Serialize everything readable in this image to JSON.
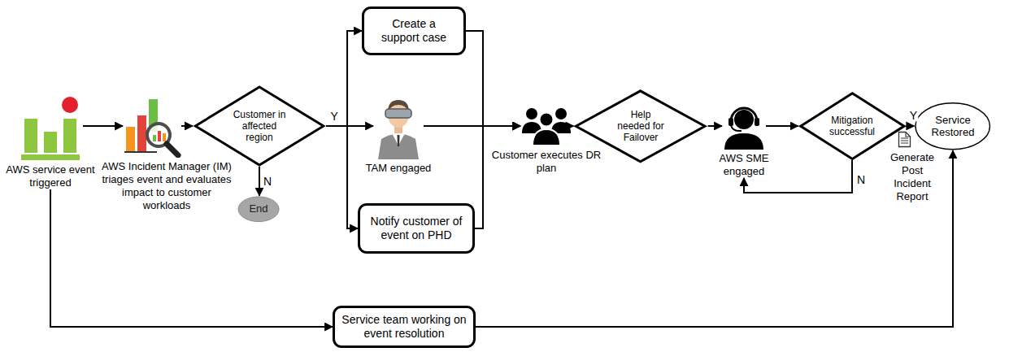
{
  "diagram": {
    "nodes": [
      {
        "text": [
          "AWS service event triggered"
        ]
      },
      {
        "text": [
          "AWS Incident Manager (IM) triages event and evaluates impact to customer workloads"
        ]
      },
      {
        "text": [
          "Customer in affected region"
        ]
      },
      {
        "text": [
          "End"
        ]
      },
      {
        "text": [
          "Create a support case"
        ]
      },
      {
        "text": [
          "TAM engaged"
        ]
      },
      {
        "text": [
          "Notify customer of event on PHD"
        ]
      },
      {
        "text": [
          "Customer executes DR plan"
        ]
      },
      {
        "text": [
          "Help needed for Failover"
        ]
      },
      {
        "text": [
          "AWS SME engaged"
        ]
      },
      {
        "text": [
          "Mitigation successful"
        ]
      },
      {
        "text": [
          "Service Restored"
        ]
      },
      {
        "text": [
          "Service team working on event resolution"
        ]
      }
    ],
    "edges": [
      {
        "from": 0,
        "to": 1,
        "arrow": "to"
      },
      {
        "from": 1,
        "to": 2,
        "arrow": "to"
      },
      {
        "from": 2,
        "to": 4,
        "arrow": "to"
      },
      {
        "from": 2,
        "to": 5,
        "label": "Y",
        "arrow": "to"
      },
      {
        "from": 2,
        "to": 6,
        "arrow": "to"
      },
      {
        "from": 2,
        "to": 3,
        "label": "N",
        "arrow": "to"
      },
      {
        "from": 4,
        "to": 7,
        "arrow": "to"
      },
      {
        "from": 5,
        "to": 7,
        "arrow": "to"
      },
      {
        "from": 6,
        "to": 7,
        "arrow": "to"
      },
      {
        "from": 7,
        "to": 8,
        "arrow": "to"
      },
      {
        "from": 8,
        "to": 9,
        "arrow": "to"
      },
      {
        "from": 9,
        "to": 10,
        "arrow": "to"
      },
      {
        "from": 10,
        "to": 11,
        "label": "Y",
        "arrow": "to"
      },
      {
        "from": 10,
        "to": 9,
        "label": "N",
        "arrow": "to"
      },
      {
        "from": 0,
        "to": 12,
        "arrow": "to"
      },
      {
        "from": 12,
        "to": 11,
        "arrow": "to"
      }
    ],
    "labels": [
      "Generate Post Incident Report"
    ]
  }
}
